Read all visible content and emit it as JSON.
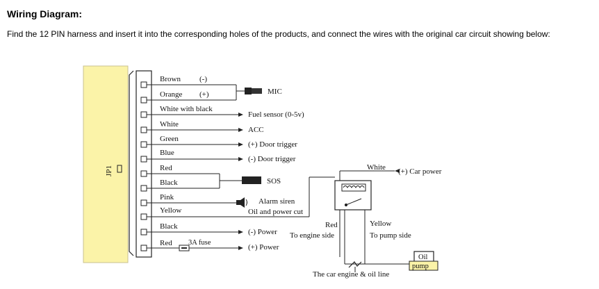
{
  "title": "Wiring Diagram:",
  "instruction": "Find the 12 PIN harness and insert it into the corresponding holes of the products, and connect the wires with the original car circuit showing below:",
  "connector_label": "JP1",
  "wires": [
    {
      "color": "Brown",
      "polarity": "(-)"
    },
    {
      "color": "Orange",
      "polarity": "(+)"
    },
    {
      "color": "White with black"
    },
    {
      "color": "White"
    },
    {
      "color": "Green"
    },
    {
      "color": "Blue"
    },
    {
      "color": "Red"
    },
    {
      "color": "Black"
    },
    {
      "color": "Pink"
    },
    {
      "color": "Yellow"
    },
    {
      "color": "Black"
    },
    {
      "color": "Red"
    }
  ],
  "fuse_label": "3A fuse",
  "functions": {
    "mic": "MIC",
    "fuel_sensor": "Fuel sensor (0-5v)",
    "acc": "ACC",
    "door_pos": "(+) Door trigger",
    "door_neg": "(-) Door trigger",
    "sos": "SOS",
    "alarm_siren": "Alarm siren",
    "oil_power_cut": "Oil and power cut",
    "power_neg": "(-) Power",
    "power_pos": "(+) Power"
  },
  "relay": {
    "white_label": "White",
    "car_power": "(+) Car power",
    "red_label": "Red",
    "engine_side": "To engine side",
    "yellow_label": "Yellow",
    "pump_side": "To pump side",
    "oil_pump_line1": "Oil",
    "oil_pump_line2": "pump",
    "engine_oil_line": "The car engine & oil line"
  },
  "colors": {
    "panel_fill": "#fbf3a8",
    "line": "#222222"
  }
}
